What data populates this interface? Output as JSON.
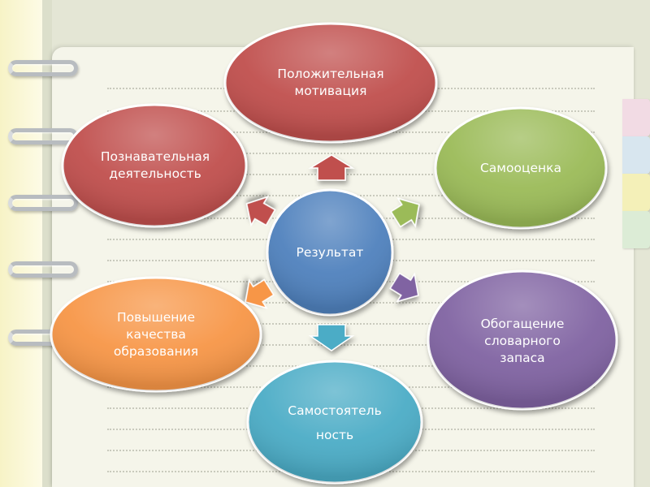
{
  "center": {
    "label": "Результат",
    "color": "#4f81bd"
  },
  "nodes": [
    {
      "id": "motivation",
      "label": "Положительная\nмотивация",
      "color": "#c0504d"
    },
    {
      "id": "self-esteem",
      "label": "Самооценка",
      "color": "#9bbb59"
    },
    {
      "id": "vocabulary",
      "label": "Обогащение\nсловарного\nзапаса",
      "color": "#8064a2"
    },
    {
      "id": "independence",
      "label": "Самостоятель\nность",
      "color": "#4bacc6"
    },
    {
      "id": "education-quality",
      "label": "Повышение\nкачества\nобразования",
      "color": "#f79646"
    },
    {
      "id": "cognitive-activity",
      "label": "Познавательная\nдеятельность",
      "color": "#c0504d"
    }
  ]
}
